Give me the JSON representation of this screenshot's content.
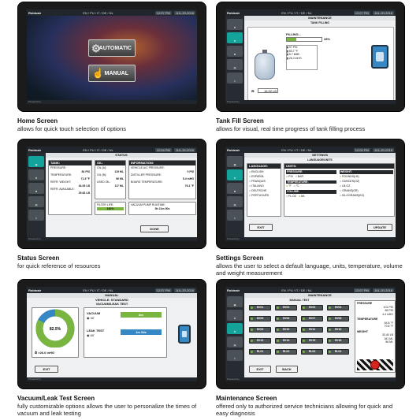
{
  "common": {
    "brand": "Robinair",
    "languages": "EN / PU / IT / DE / NL",
    "footer": "Powered by"
  },
  "home": {
    "time": "12:07 PM",
    "date": "JUL-20-2016",
    "automatic": "AUTOMATIC",
    "manual": "MANUAL",
    "caption_title": "Home Screen",
    "caption_desc": "allows for quick touch selection of options"
  },
  "tank": {
    "title": "MAINTENANCE",
    "subtitle": "TANK FILLING",
    "filling": "FILLING...",
    "percent": "28%",
    "psi": "97 PSI",
    "temp": "83.7 °F",
    "lb": "5.7 kMB",
    "inhg": "26.4 inHG",
    "tank_lb": "16.52 LB",
    "caption_title": "Tank Fill Screen",
    "caption_desc": "allows for visual, real time progress of tank filling process"
  },
  "status": {
    "time": "12:04 PM",
    "date": "JUL-20-2016",
    "title": "STATUS",
    "tank": "TANK:",
    "oil": "OIL:",
    "info": "INFORMATION:",
    "pressure_l": "PRESSURE:",
    "pressure_v": "84 PSI",
    "temp_l": "TEMPERATURE:",
    "temp_v": "71.5 °F",
    "refr_l": "REFR. WEIGHT:",
    "refr_v": "34.05 LB",
    "avail_l": "REFR. AVAILABLE:",
    "avail_v": "29.63 LB",
    "oil_l": "OIL (A):",
    "oil_v": "119 ML",
    "oilb_l": "OIL (B):",
    "oilb_v": "96 ML",
    "used_l": "USED OIL:",
    "used_v": "117 ML",
    "vac_l": "VEHICLE A/C PRESSURE:",
    "vac_v": "0 PSI",
    "dist_l": "DISTILLER PRESSURE:",
    "dist_v": "5.4 inHG",
    "board_l": "BOARD TEMPERATURE:",
    "board_v": "76.1 °F",
    "filter_l": "FILTER LIFE:",
    "filter_v": "100%",
    "pump_l": "VACUUM PUMP RUNTIME:",
    "pump_v": "5h 21m 50s",
    "done": "DONE",
    "caption_title": "Status Screen",
    "caption_desc": "for quick reference of resources"
  },
  "settings": {
    "time": "12:00 PM",
    "date": "JUL-20-2016",
    "title": "SETTINGS",
    "subtitle": "LANGUAGE/UNITS",
    "language": "LANGUAGE:",
    "units": "UNITS:",
    "langs": [
      "ENGLISH",
      "ESPAÑOL",
      "FRANÇAIS",
      "ITALIANO",
      "DEUTSCHE",
      "PORTUGUÊS"
    ],
    "pressure": "PRESSURE:",
    "psi": "PSI",
    "bar": "BAR",
    "temperature": "TEMPERATURE:",
    "f": "°F",
    "c": "°C",
    "volume": "VOLUME:",
    "floz": "FL.OZ",
    "ml": "ML",
    "weight": "WEIGHT:",
    "weights": [
      "POUNDS(LB)",
      "OUNCES(OZ)",
      "LB:OZ",
      "GRAMS(GR)",
      "KILOGRAMS(KG)"
    ],
    "exit": "EXIT",
    "update": "UPDATE",
    "caption_title": "Settings Screen",
    "caption_desc": "allows the user to select a default language, units, temperature, volume and weight measurement"
  },
  "vacuum": {
    "title": "MANUAL",
    "vehicle": "VEHICLE: STANDARD",
    "test": "VACUUM/LEAK TEST",
    "percent": "82.5%",
    "reading": ">26.0 inHG",
    "vacuum": "VACUUM",
    "vac_temp": "30'",
    "vac_time": "8m",
    "leak": "LEAK TEST",
    "leak_temp": "60'",
    "leak_time": "1m 54s",
    "exit": "EXIT",
    "caption_title": "Vacuum/Leak Test Screen",
    "caption_desc": "fully customizable options allows the user to personalize the times of vacuum and leak testing"
  },
  "maintenance": {
    "title": "MAINTENANCE",
    "subtitle": "MANUAL TEST",
    "valves": [
      "SV01",
      "SV02",
      "SV03",
      "SV04",
      "SV05",
      "SV06",
      "SV07",
      "SV08",
      "SV09",
      "SV10",
      "SV11",
      "SV12",
      "SV13",
      "SV14",
      "SV15",
      "SV16",
      "RL01",
      "RL02",
      "RL03",
      "RL04"
    ],
    "pressure": "PRESSURE",
    "p1": "101 PSI",
    "p2": "65 PSI",
    "p3": "4.4 inHG",
    "temperature": "TEMPERATURE",
    "t1": "84.8 °F",
    "t2": "70.8 °F",
    "weight": "WEIGHT",
    "w1": "33.40 LB",
    "w2": "161 ML",
    "w3": "96 ML",
    "exit": "EXIT",
    "back": "BACK",
    "caption_title": "Maintenance Screen",
    "caption_desc": "offered only to authorized service technicians allowing for quick and easy diagnosis"
  },
  "colors": {
    "teal": "#13a39a",
    "green": "#7ab540",
    "blue": "#3588c4",
    "dark": "#20262b"
  }
}
